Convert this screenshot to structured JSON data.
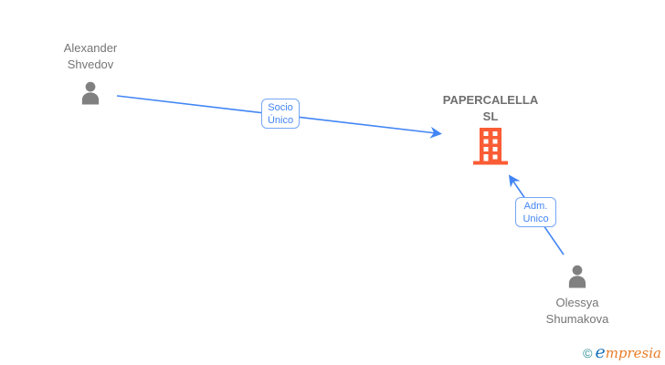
{
  "diagram": {
    "type": "corporate-relationship-graph",
    "colors": {
      "edge_blue": "#4285f4",
      "label_border_blue": "#74a6f5",
      "label_text_blue": "#4285f4",
      "person_gray": "#808080",
      "name_text_gray": "#757575",
      "company_orange": "#fa5c35",
      "logo_teal": "#2e8f96",
      "logo_blue": "#1a74bb",
      "logo_orange": "#e87c25",
      "background": "#ffffff"
    },
    "nodes": {
      "shareholder": {
        "line1": "Alexander",
        "line2": "Shvedov",
        "type": "person"
      },
      "company": {
        "line1": "PAPERCALELLA",
        "line2": "SL",
        "type": "company"
      },
      "admin": {
        "line1": "Olessya",
        "line2": "Shumakova",
        "type": "person"
      }
    },
    "edges": {
      "socio": {
        "line1": "Socio",
        "line2": "Único",
        "from": "Alexander Shvedov",
        "to": "PAPERCALELLA SL"
      },
      "adm": {
        "line1": "Adm.",
        "line2": "Unico",
        "from": "Olessya Shumakova",
        "to": "PAPERCALELLA SL"
      }
    },
    "footer": {
      "copyright_symbol": "©",
      "brand_first_letter": "e",
      "brand_rest": "mpresia"
    }
  }
}
